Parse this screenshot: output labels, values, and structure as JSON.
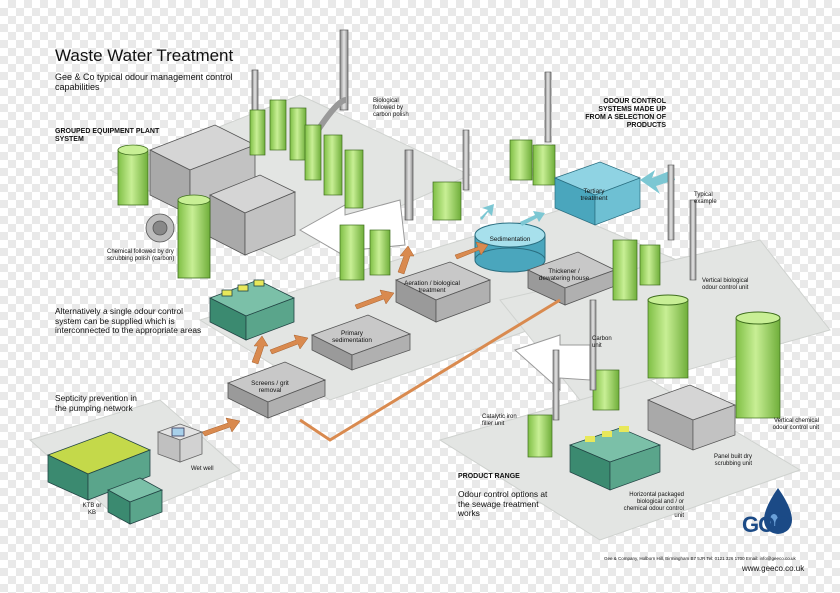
{
  "title": "Waste Water Treatment",
  "subtitle": "Gee & Co typical odour management control capabilities",
  "labels": {
    "grouped": "GROUPED EQUIPMENT PLANT SYSTEM",
    "chemical": "Chemical followed by dry scrubbing polish (carbon)",
    "biological": "Biological followed by carbon polish",
    "odour_systems": "ODOUR CONTROL SYSTEMS MADE UP FROM A SELECTION OF PRODUCTS",
    "typical": "Typical example",
    "vertical_bio": "Vertical biological odour control unit",
    "carbon": "Carbon unit",
    "vertical_chem": "Vertical chemical odour control unit",
    "panel_built": "Panel built dry scrubbing unit",
    "catalytic": "Catalytic iron filler unit",
    "horizontal": "Horizontal packaged biological and / or chemical odour control unit",
    "product_range": "PRODUCT RANGE",
    "odour_options": "Odour control options at the sewage treatment works",
    "alternatively": "Alternatively a single odour control system can be supplied which is interconnected to the appropriate areas",
    "septicity": "Septicity prevention in the pumping network",
    "ktb": "KTB or KB",
    "wet_well": "Wet well"
  },
  "process": {
    "screens": "Screens / grit removal",
    "primary": "Primary sedimentation",
    "aeration": "Aeration / biological treatment",
    "sedimentation": "Sedimentation",
    "thickener": "Thickener / dewatering house",
    "tertiary": "Tertiary treatment"
  },
  "footer": {
    "address": "Gee & Company, Holborn Hill, Birmingham B7 5JR   Tel: 0121 326 1700   Email: info@geeco.co.uk",
    "website": "www.geeco.co.uk",
    "logo": "GOC"
  },
  "colors": {
    "tank_green": "#a8d86a",
    "tank_stroke": "#3f6e1e",
    "pad": "#e4e6e4",
    "arrow_flow": "#d98a4f",
    "arrow_blue": "#7cc7d3",
    "box_blue": "#7ec9dc",
    "duct": "#b7b7b7",
    "logo_blue": "#1b4a86"
  }
}
